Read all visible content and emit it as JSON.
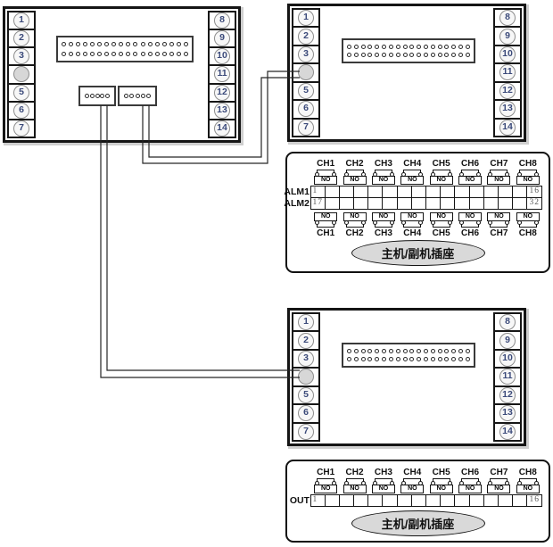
{
  "panels": {
    "top_left": {
      "left_ports": [
        "1",
        "2",
        "3",
        "",
        "5",
        "6",
        "7"
      ],
      "right_ports": [
        "8",
        "9",
        "10",
        "11",
        "12",
        "13",
        "14"
      ],
      "main_connector": {
        "rows": 2,
        "pins_per_row": 18
      },
      "aux_connectors": [
        {
          "pins": 5
        },
        {
          "pins": 5
        }
      ]
    },
    "top_right": {
      "left_ports": [
        "1",
        "2",
        "3",
        "",
        "5",
        "6",
        "7"
      ],
      "right_ports": [
        "8",
        "9",
        "10",
        "11",
        "12",
        "13",
        "14"
      ],
      "main_connector": {
        "rows": 2,
        "pins_per_row": 18
      },
      "aux_connectors": []
    },
    "bottom_right": {
      "left_ports": [
        "1",
        "2",
        "3",
        "",
        "5",
        "6",
        "7"
      ],
      "right_ports": [
        "8",
        "9",
        "10",
        "11",
        "12",
        "13",
        "14"
      ],
      "main_connector": {
        "rows": 2,
        "pins_per_row": 18
      },
      "aux_connectors": []
    }
  },
  "strips": {
    "alarm": {
      "channels_top": [
        "CH1",
        "CH2",
        "CH3",
        "CH4",
        "CH5",
        "CH6",
        "CH7",
        "CH8"
      ],
      "channels_bottom": [
        "CH1",
        "CH2",
        "CH3",
        "CH4",
        "CH5",
        "CH6",
        "CH7",
        "CH8"
      ],
      "contact_label": "NO",
      "rows": [
        {
          "label": "ALM1",
          "cells": 16,
          "first_cell": "1",
          "last_cell": "16"
        },
        {
          "label": "ALM2",
          "cells": 16,
          "first_cell": "17",
          "last_cell": "32"
        }
      ],
      "socket_label": "主机/副机插座"
    },
    "output": {
      "channels_top": [
        "CH1",
        "CH2",
        "CH3",
        "CH4",
        "CH5",
        "CH6",
        "CH7",
        "CH8"
      ],
      "contact_label": "NO",
      "rows": [
        {
          "label": "OUT",
          "cells": 16,
          "first_cell": "1",
          "last_cell": "16"
        }
      ],
      "socket_label": "主机/副机插座"
    }
  },
  "colors": {
    "line": "#151515",
    "port_number": "#3b4a7a",
    "blank_port_fill": "#d7d7d7",
    "socket_fill": "#d9d9d9",
    "cell_number": "#5a5a5a"
  }
}
